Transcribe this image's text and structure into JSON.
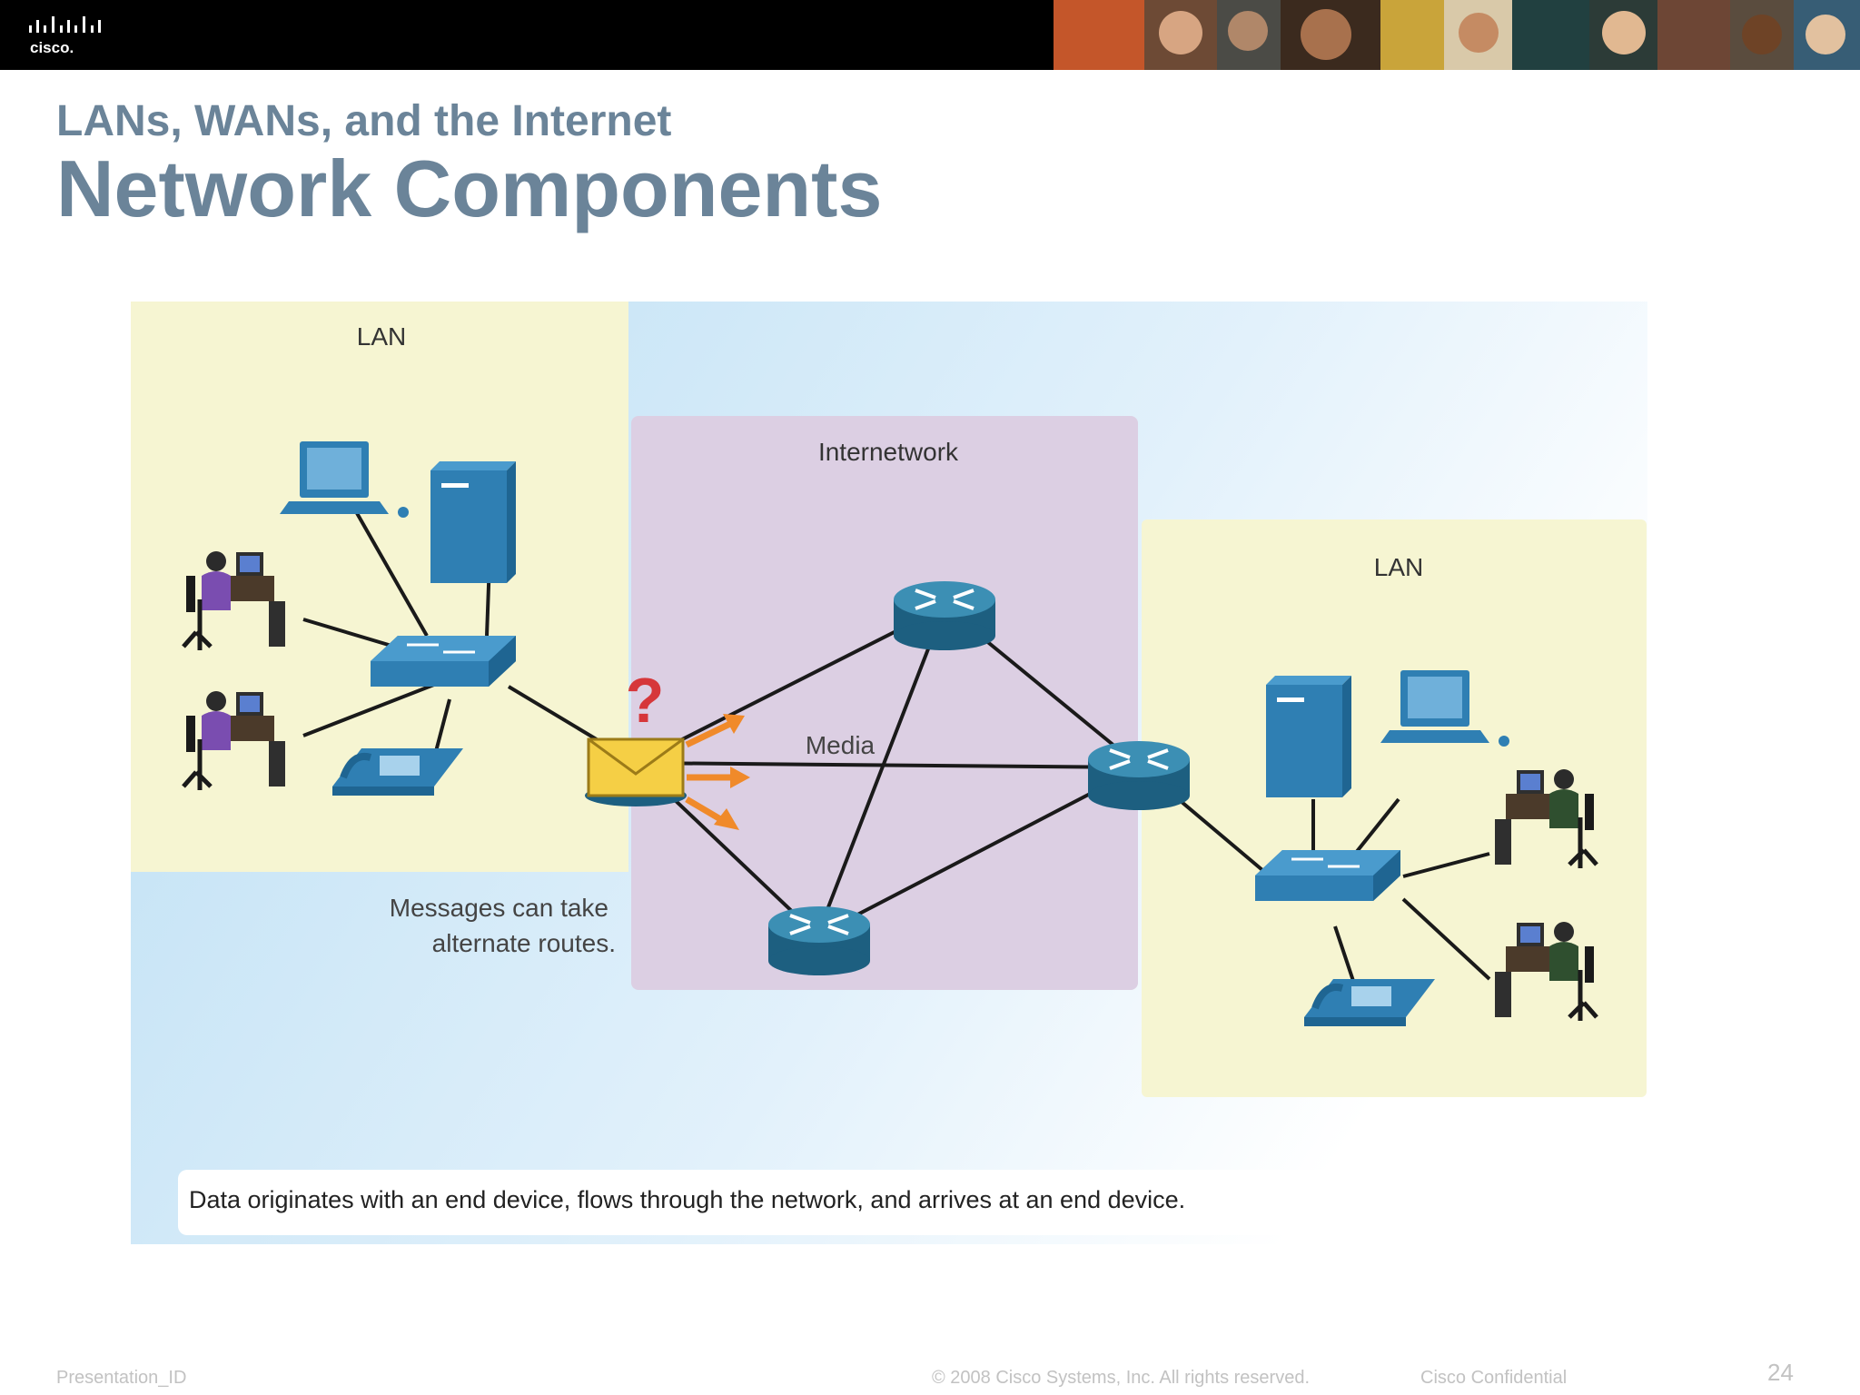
{
  "header": {
    "logo_text": "cisco.",
    "photos_label": "header-photo-strip"
  },
  "slide": {
    "subtitle": "LANs, WANs, and the Internet",
    "title": "Network Components"
  },
  "diagram": {
    "lan_left_label": "LAN",
    "internetwork_label": "Internetwork",
    "lan_right_label": "LAN",
    "media_label": "Media",
    "question_mark": "?",
    "routes_note_line1": "Messages can take",
    "routes_note_line2": "alternate routes.",
    "caption": "Data originates with an end device, flows through the network, and arrives at an end device."
  },
  "footer": {
    "presentation_id": "Presentation_ID",
    "copyright": "© 2008 Cisco Systems, Inc. All rights reserved.",
    "confidential": "Cisco Confidential",
    "page_number": "24"
  },
  "colors": {
    "title": "#6b8499",
    "lan_fill": "#f6f5d2",
    "internetwork_fill": "#dccfe3",
    "device_blue": "#2f7fb3",
    "arrow_orange": "#f08a2a",
    "question_red": "#d6373a",
    "envelope_yellow": "#f5cf45"
  }
}
